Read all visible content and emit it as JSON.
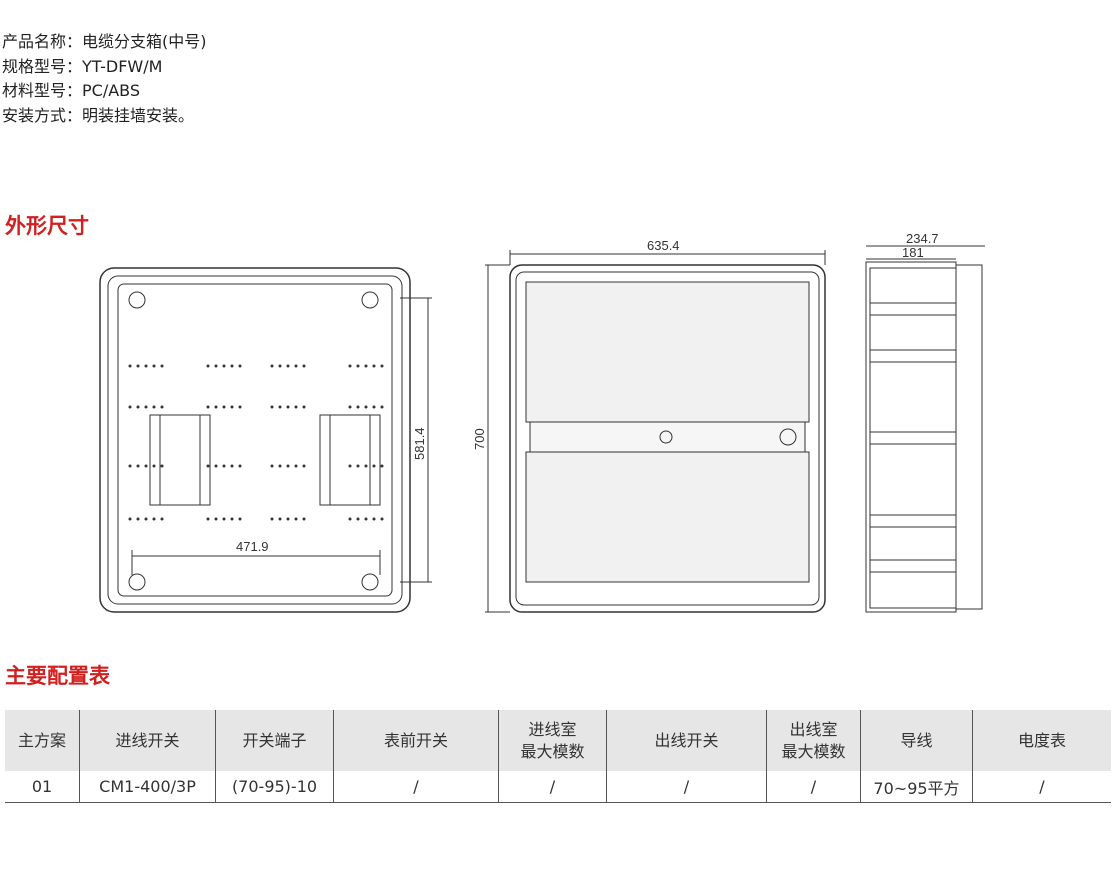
{
  "info": [
    {
      "label": "产品名称：",
      "value": "电缆分支箱(中号)"
    },
    {
      "label": "规格型号：",
      "value": "YT-DFW/M"
    },
    {
      "label": "材料型号：",
      "value": "PC/ABS"
    },
    {
      "label": "安装方式：",
      "value": "明装挂墙安装。"
    }
  ],
  "sections": {
    "dimensions": "外形尺寸",
    "config": "主要配置表"
  },
  "dimensions": {
    "front_width": "471.9",
    "front_height": "581.4",
    "door_height": "700",
    "door_width": "635.4",
    "side_depth": "234.7",
    "side_inner": "181"
  },
  "table": {
    "headers": [
      "主方案",
      "进线开关",
      "开关端子",
      "表前开关",
      "进线室\n最大模数",
      "出线开关",
      "出线室\n最大模数",
      "导线",
      "电度表"
    ],
    "rows": [
      [
        "01",
        "CM1-400/3P",
        "(70-95)-10",
        "/",
        "/",
        "/",
        "/",
        "70~95平方",
        "/"
      ]
    ]
  }
}
